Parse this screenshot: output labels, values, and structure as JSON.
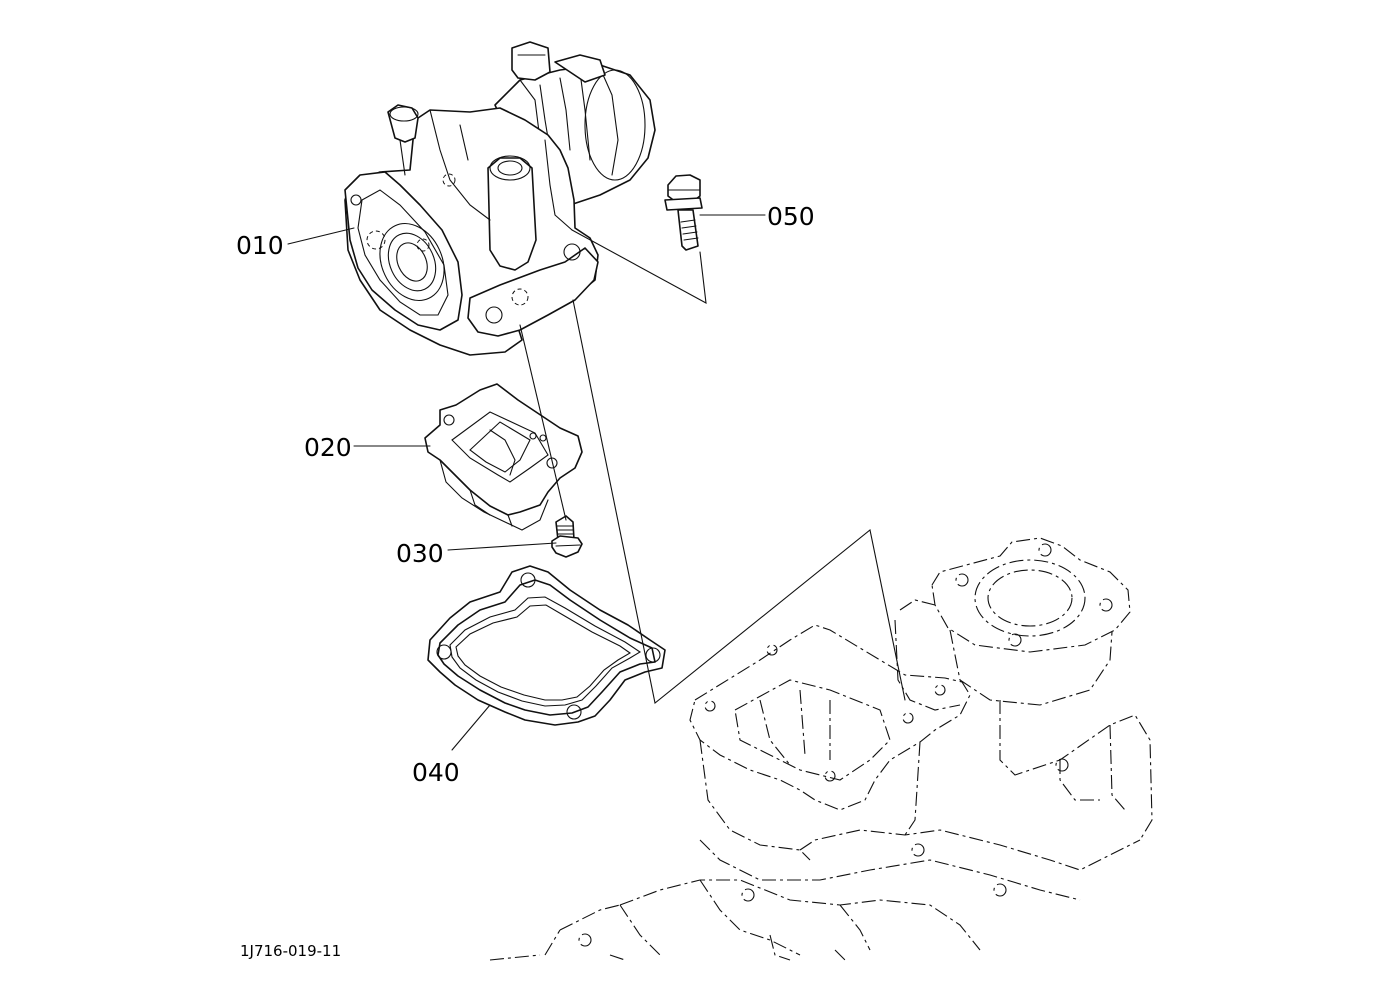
{
  "callouts": [
    {
      "id": "010",
      "label": "010"
    },
    {
      "id": "020",
      "label": "020"
    },
    {
      "id": "030",
      "label": "030"
    },
    {
      "id": "040",
      "label": "040"
    },
    {
      "id": "050",
      "label": "050"
    }
  ],
  "drawing_ref": "1J716-019-11"
}
